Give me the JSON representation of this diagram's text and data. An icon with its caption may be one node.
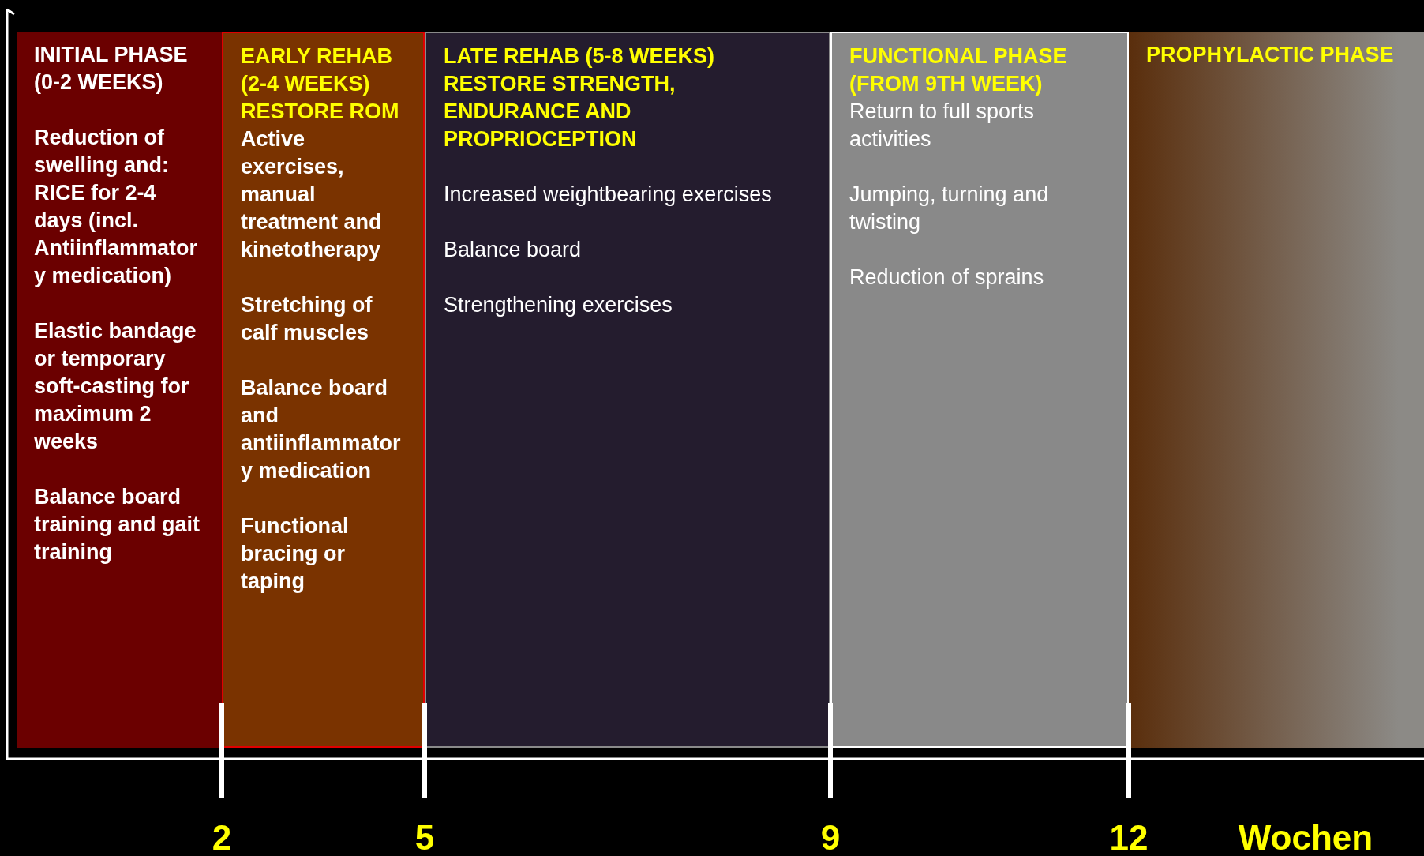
{
  "diagram": {
    "nodes": [
      {
        "text": [
          "INITIAL PHASE (0-2 WEEKS)",
          "Reduction of swelling and: RICE for 2-4 days (incl. Antiinflammatory medication)",
          "Elastic bandage or temporary soft-casting for maximum 2 weeks",
          "Balance board training and gait training"
        ]
      },
      {
        "text": [
          "EARLY REHAB (2-4 WEEKS) RESTORE ROM",
          "Active exercises, manual treatment and kinetotherapy",
          "Stretching of calf muscles",
          "Balance board and antiinflammatory medication",
          "Functional bracing or taping"
        ]
      },
      {
        "text": [
          "LATE REHAB (5-8 WEEKS) RESTORE STRENGTH, ENDURANCE AND PROPRIOCEPTION",
          "Increased weightbearing exercises",
          "Balance board",
          "Strengthening exercises"
        ]
      },
      {
        "text": [
          "FUNCTIONAL PHASE (FROM 9TH WEEK)",
          "Return to full sports activities",
          "Jumping, turning and twisting",
          "Reduction of sprains"
        ]
      },
      {
        "text": [
          "PROPHYLACTIC PHASE"
        ]
      }
    ],
    "labels": [
      "2",
      "5",
      "9",
      "12",
      "Wochen"
    ]
  }
}
